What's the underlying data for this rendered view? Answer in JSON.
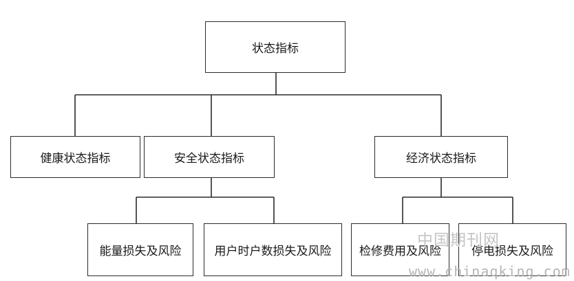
{
  "diagram": {
    "root": {
      "label": "状态指标"
    },
    "level1": [
      {
        "label": "健康状态指标"
      },
      {
        "label": "安全状态指标"
      },
      {
        "label": "经济状态指标"
      }
    ],
    "safety_children": [
      {
        "label": "能量损失及风险"
      },
      {
        "label": "用户时户数损失及风险"
      }
    ],
    "economic_children": [
      {
        "label": "检修费用及风险"
      },
      {
        "label": "停电损失及风险"
      }
    ]
  },
  "watermark": {
    "site_name": "中国期刊网",
    "url": "www.chinaqking.com"
  },
  "colors": {
    "line": "#2a2a2a",
    "watermark": "#c0c0c0"
  }
}
